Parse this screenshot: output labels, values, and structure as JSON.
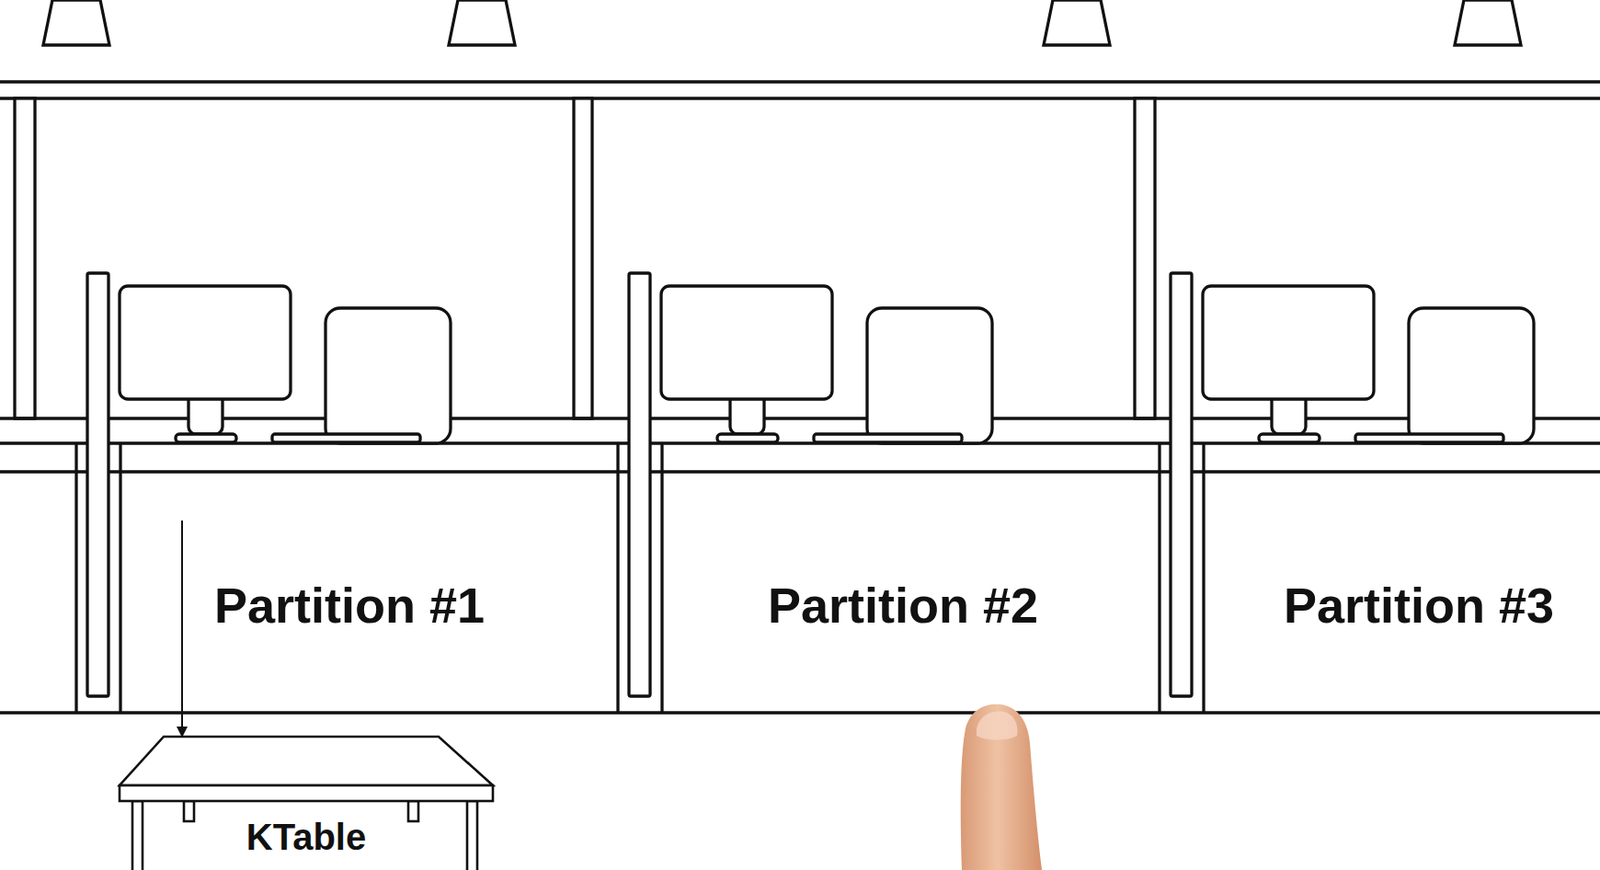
{
  "diagram": {
    "nodes": [
      {
        "text": [
          "Partition #1"
        ]
      },
      {
        "text": [
          "Partition #2"
        ]
      },
      {
        "text": [
          "Partition #3"
        ]
      },
      {
        "text": [
          "KTable"
        ]
      }
    ],
    "edges": [
      {
        "from": 0,
        "to": 3,
        "arrow": "to"
      }
    ]
  }
}
